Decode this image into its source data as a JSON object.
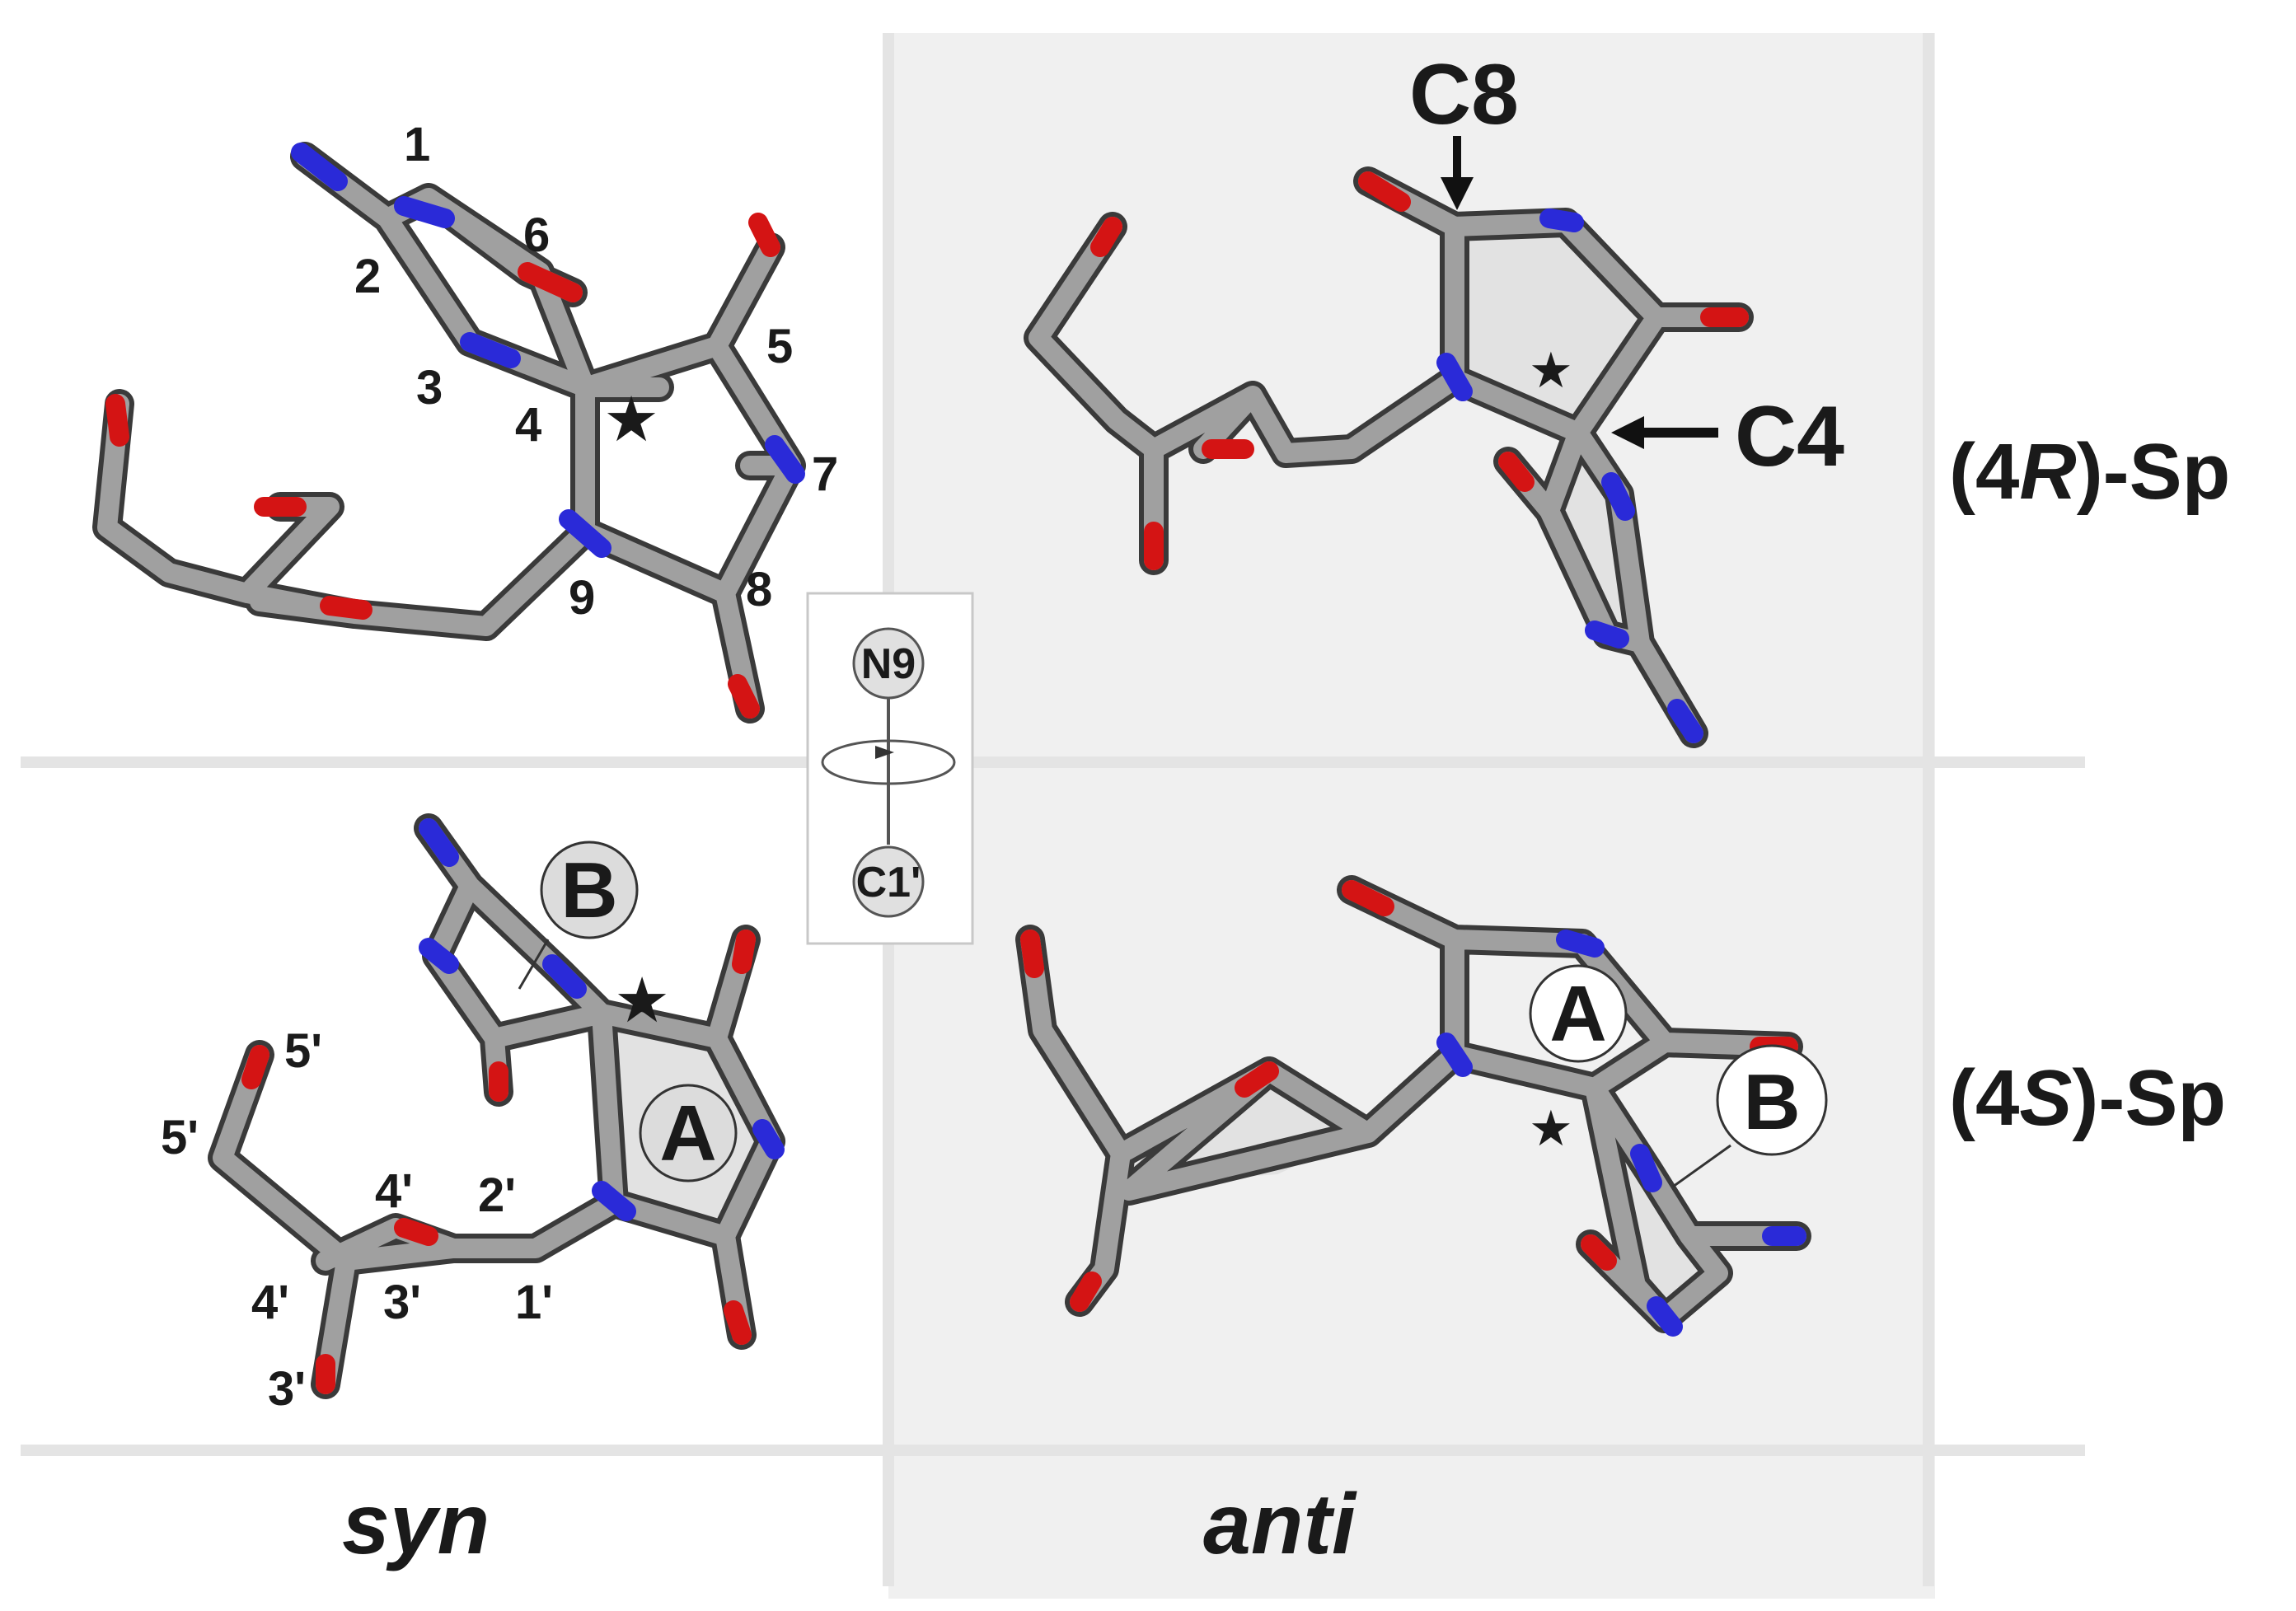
{
  "columns": {
    "syn": "syn",
    "anti": "anti"
  },
  "rows": {
    "top": {
      "prefix": "(4",
      "config": "R",
      "suffix": ")-Sp"
    },
    "bottom": {
      "prefix": "(4",
      "config": "S",
      "suffix": ")-Sp"
    }
  },
  "rotation_key": {
    "top": "N9",
    "bottom": "C1'"
  },
  "top_syn_atom_labels": [
    "1",
    "2",
    "3",
    "4",
    "5",
    "6",
    "7",
    "8",
    "9"
  ],
  "top_anti_labels": {
    "c8": "C8",
    "c4": "C4"
  },
  "bottom_syn_sugar_labels": [
    "5'",
    "5'",
    "4'",
    "2'",
    "4'",
    "3'",
    "1'",
    "3'"
  ],
  "ring_labels": {
    "a": "A",
    "b": "B"
  },
  "stereo_marker": "★",
  "colors": {
    "carbon": "#9a9a9a",
    "nitrogen": "#2a2ad8",
    "oxygen": "#d41414",
    "panel_shade": "#f0f0f0",
    "divider": "#e4e4e4"
  }
}
